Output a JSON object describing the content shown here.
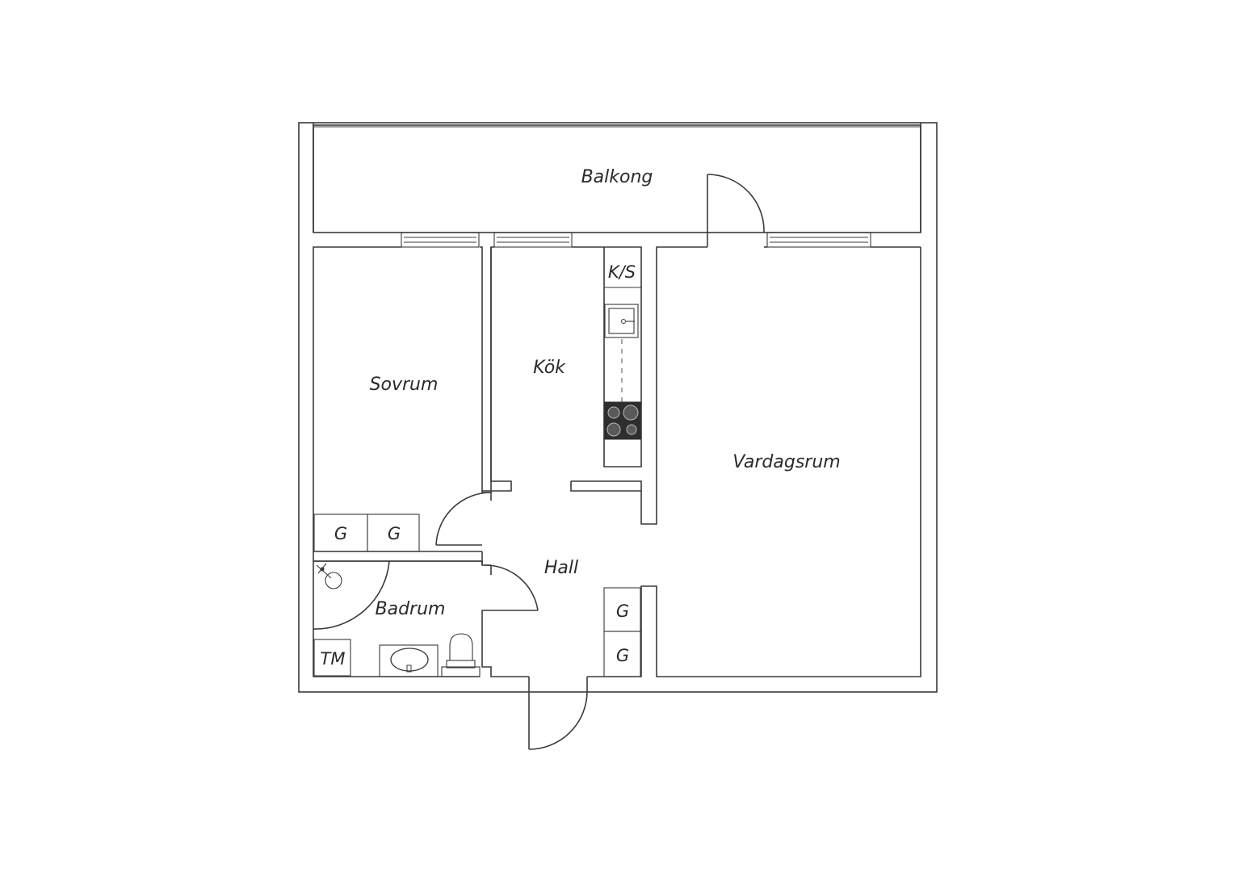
{
  "plan": {
    "rooms": {
      "balcony": "Balkong",
      "bedroom": "Sovrum",
      "kitchen": "Kök",
      "living_room": "Vardagsrum",
      "hall": "Hall",
      "bathroom": "Badrum"
    },
    "fixtures": {
      "fridge_freezer": "K/S",
      "washing_machine": "TM",
      "wardrobe": "G"
    }
  }
}
